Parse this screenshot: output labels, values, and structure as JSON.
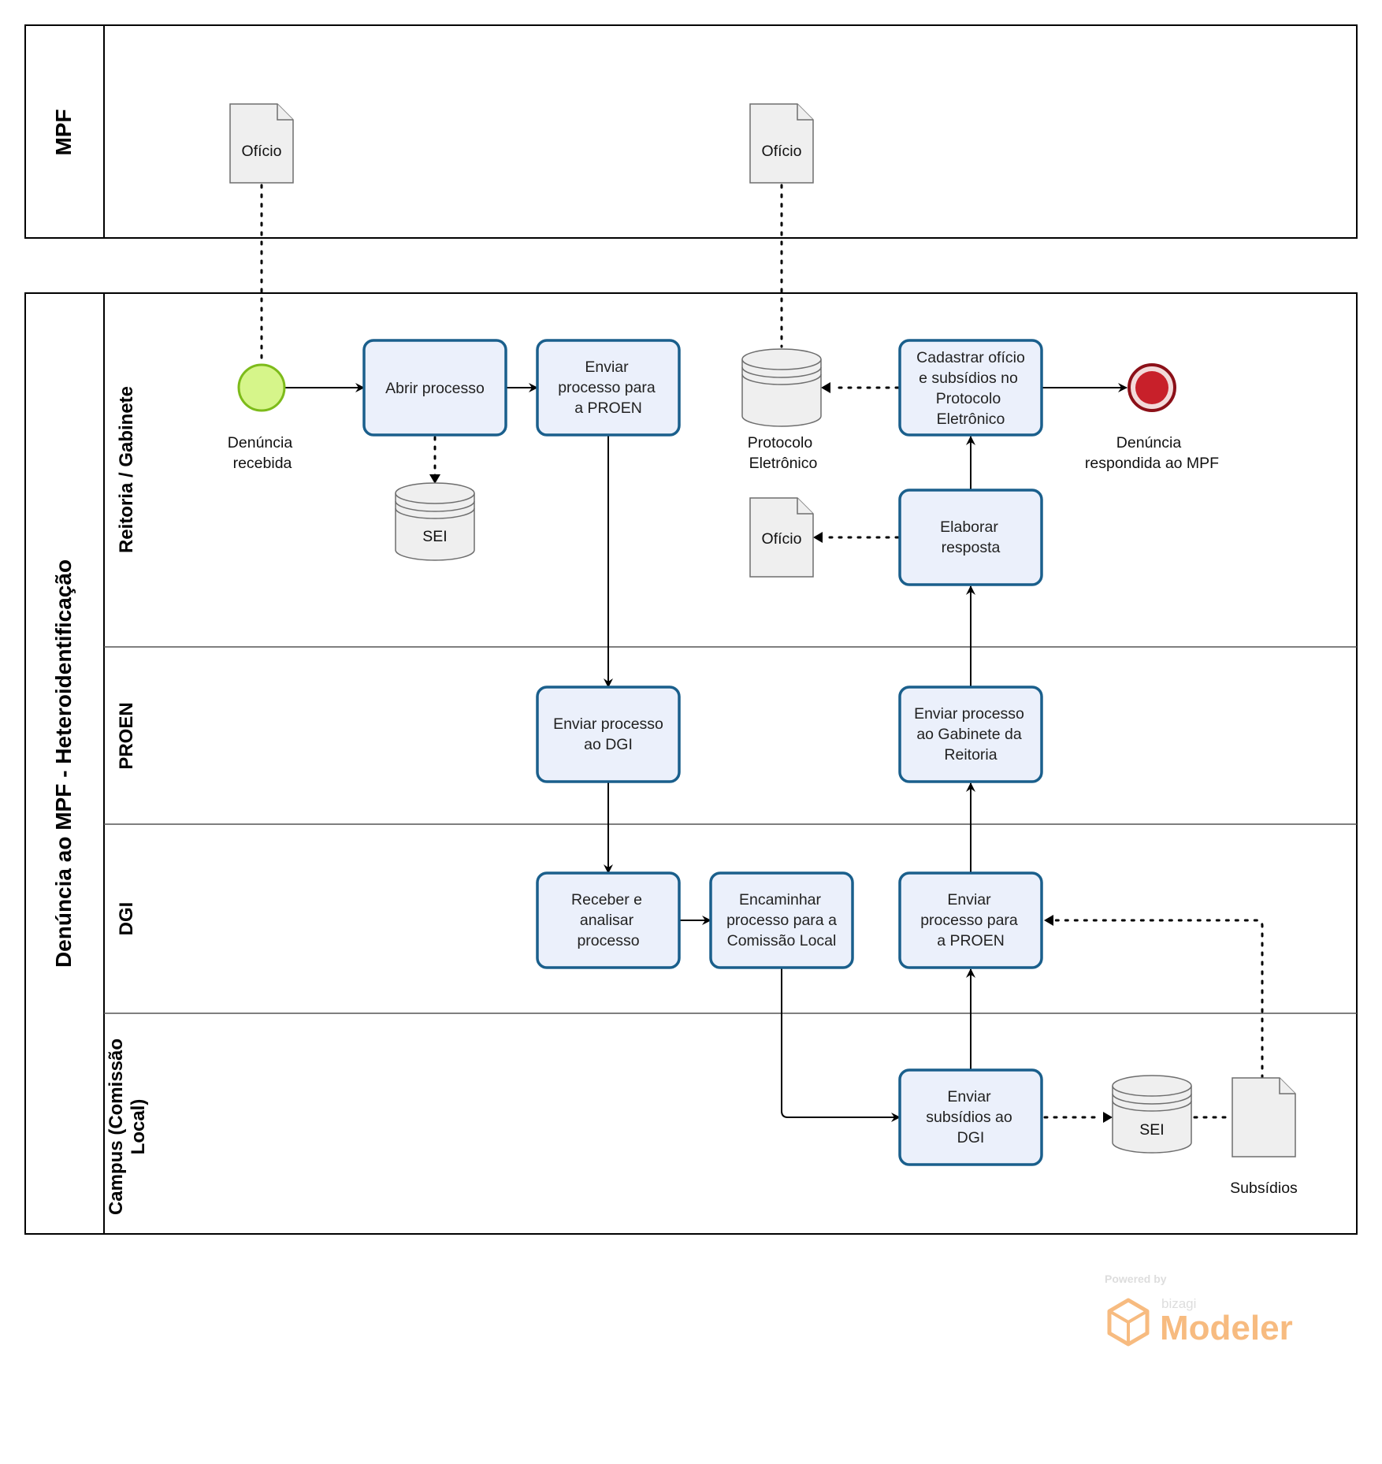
{
  "pools": {
    "mpf": {
      "title": "MPF"
    },
    "main": {
      "title": "Denúncia ao MPF - Heteroidentificação"
    }
  },
  "lanes": {
    "reitoria": "Reitoria / Gabinete",
    "proen": "PROEN",
    "dgi": "DGI",
    "campus_line1": "Campus (Comissão",
    "campus_line2": "Local)"
  },
  "tasks": {
    "abrir": [
      "Abrir processo"
    ],
    "enviar_proen_1": [
      "Enviar",
      "processo para",
      "a PROEN"
    ],
    "cadastrar": [
      "Cadastrar ofício",
      "e subsídios no",
      "Protocolo",
      "Eletrônico"
    ],
    "elaborar": [
      "Elaborar",
      "resposta"
    ],
    "enviar_dgi": [
      "Enviar processo",
      "ao DGI"
    ],
    "enviar_gabinete": [
      "Enviar processo",
      "ao Gabinete da",
      "Reitoria"
    ],
    "receber": [
      "Receber e",
      "analisar",
      "processo"
    ],
    "encaminhar": [
      "Encaminhar",
      "processo para a",
      "Comissão Local"
    ],
    "enviar_proen_2": [
      "Enviar",
      "processo para",
      "a PROEN"
    ],
    "enviar_subsidios": [
      "Enviar",
      "subsídios ao",
      "DGI"
    ]
  },
  "events": {
    "start": {
      "label": [
        "Denúncia",
        "recebida"
      ],
      "color": "#d6f58a",
      "stroke": "#7dbb1a"
    },
    "end": {
      "label": [
        "Denúncia",
        "respondida ao MPF"
      ],
      "color": "#c8202a",
      "stroke": "#7d0e14"
    }
  },
  "artifacts": {
    "oficio_mpf_1": "Ofício",
    "oficio_mpf_2": "Ofício",
    "oficio_resposta": "Ofício",
    "sei_1": "SEI",
    "sei_2": "SEI",
    "protocolo": [
      "Protocolo",
      "Eletrônico"
    ],
    "subsidios": "Subsídios"
  },
  "watermark": {
    "powered": "Powered by",
    "brand": "bizagi",
    "product": "Modeler",
    "color": "#f6b06b"
  },
  "colors": {
    "task_fill": "#ebf0fb",
    "task_stroke": "#1a5f8c"
  }
}
